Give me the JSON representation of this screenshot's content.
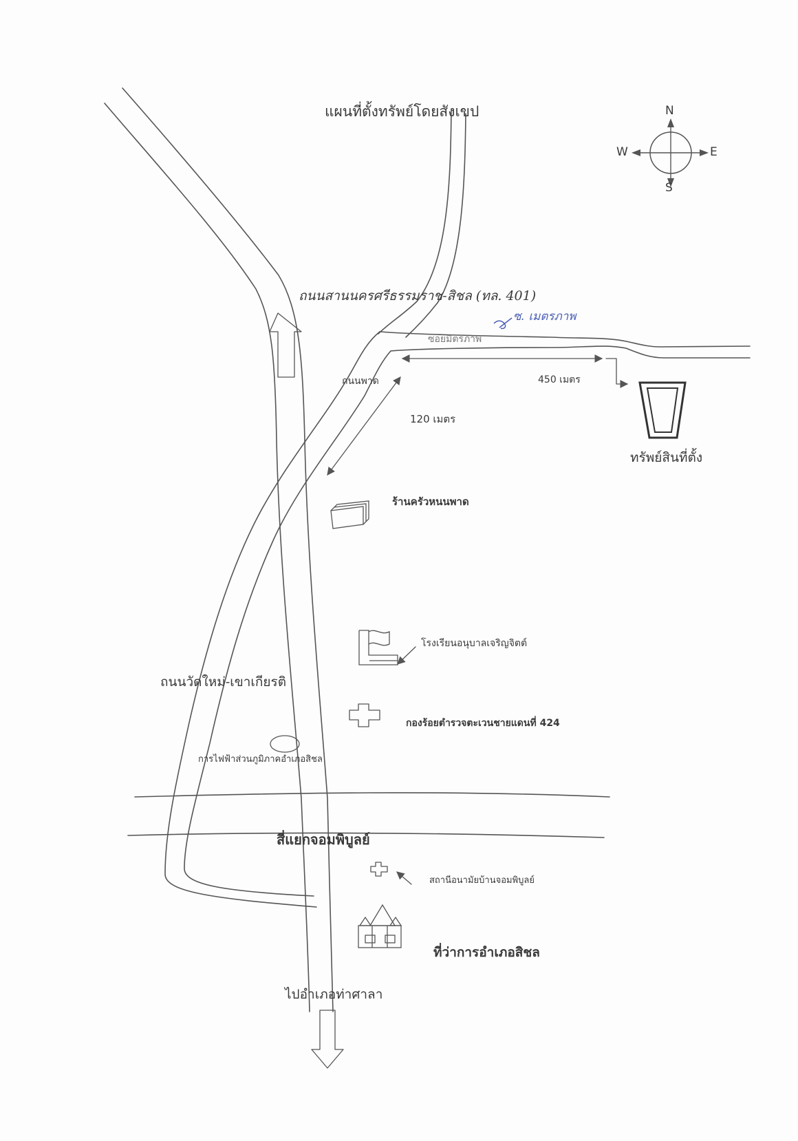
{
  "map": {
    "title": "แผนที่ตั้งทรัพย์โดยสังเขป",
    "compass": {
      "n": "N",
      "s": "S",
      "e": "E",
      "w": "W"
    },
    "roads": {
      "main_road": "ถนนสานนครศรีธรรมราช-สิชล (ทล. 401)",
      "soi": "ซอยมิตรภาพ",
      "nonphat_road": "ถนนพาด",
      "wat_mai_road": "ถนนวัดใหม่-เขาเกียรติ"
    },
    "handwritten_note": "ซ. เมตรภาพ",
    "distances": {
      "soi_distance": "450 เมตร",
      "road_distance": "120 เมตร"
    },
    "landmarks": {
      "property": "ทรัพย์สินที่ตั้ง",
      "restaurant": "ร้านครัวหนนพาด",
      "kindergarten": "โรงเรียนอนุบาลเจริญจิตต์",
      "bpp_company": "กองร้อยตำรวจตะเวนชายแดนที่ 424",
      "electricity": "การไฟฟ้าส่วนภูมิภาคอำเภอสิชล",
      "intersection": "สี่แยกจอมพิบูลย์",
      "health_station": "สถานีอนามัยบ้านจอมพิบูลย์",
      "district_office": "ที่ว่าการอำเภอสิชล",
      "to_tha_sala": "ไปอำเภอท่าศาลา"
    }
  }
}
